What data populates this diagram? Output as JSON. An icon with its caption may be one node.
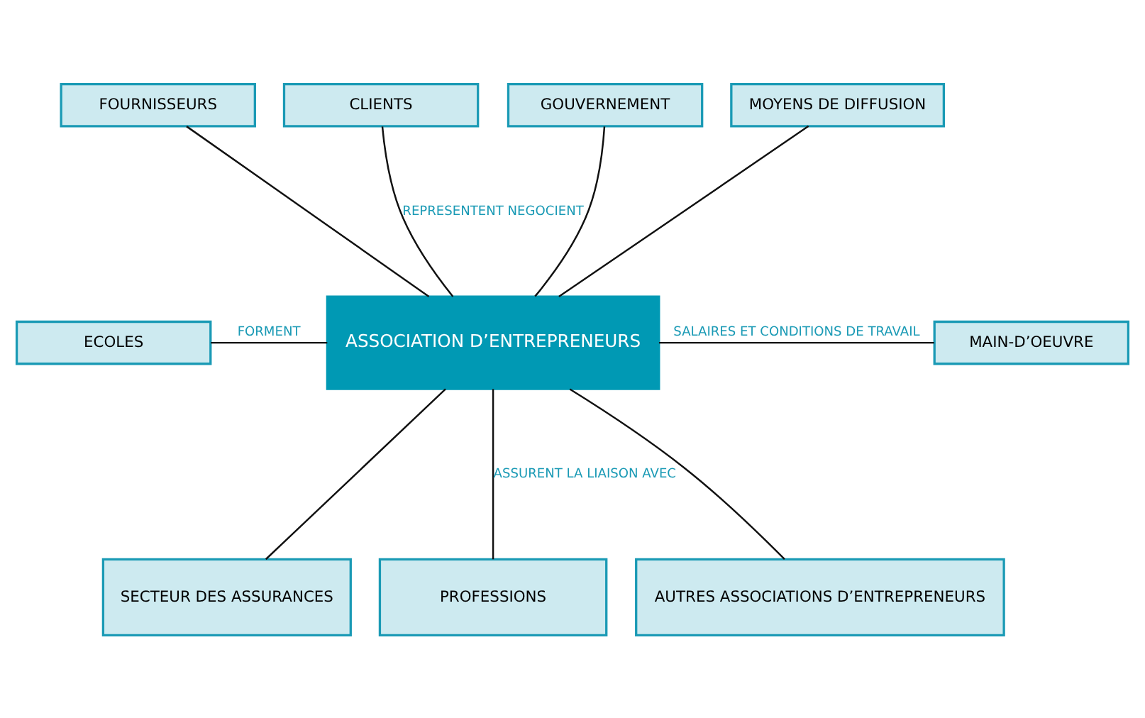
{
  "diagram": {
    "nodes": [
      {
        "text": [
          "FOURNISSEURS"
        ]
      },
      {
        "text": [
          "CLIENTS"
        ]
      },
      {
        "text": [
          "GOUVERNEMENT"
        ]
      },
      {
        "text": [
          "MOYENS DE DIFFUSION"
        ]
      },
      {
        "text": [
          "ECOLES"
        ]
      },
      {
        "text": [
          "ASSOCIATION D’ENTREPRENEURS"
        ]
      },
      {
        "text": [
          "MAIN-D’OEUVRE"
        ]
      },
      {
        "text": [
          "SECTEUR DES ASSURANCES"
        ]
      },
      {
        "text": [
          "PROFESSIONS"
        ]
      },
      {
        "text": [
          "AUTRES ASSOCIATIONS D’ENTREPRENEURS"
        ]
      }
    ],
    "edges": [
      {
        "from": 0,
        "to": 5,
        "arrow": "none"
      },
      {
        "from": 1,
        "to": 5,
        "arrow": "none",
        "label": "REPRESENTENT NEGOCIENT"
      },
      {
        "from": 2,
        "to": 5,
        "arrow": "none"
      },
      {
        "from": 3,
        "to": 5,
        "arrow": "none"
      },
      {
        "from": 4,
        "to": 5,
        "arrow": "none",
        "label": "FORMENT"
      },
      {
        "from": 5,
        "to": 6,
        "arrow": "none",
        "label": "SALAIRES ET CONDITIONS DE TRAVAIL"
      },
      {
        "from": 5,
        "to": 7,
        "arrow": "none"
      },
      {
        "from": 5,
        "to": 8,
        "arrow": "none",
        "label": "ASSURENT LA LIAISON AVEC"
      },
      {
        "from": 5,
        "to": 9,
        "arrow": "none"
      }
    ]
  }
}
